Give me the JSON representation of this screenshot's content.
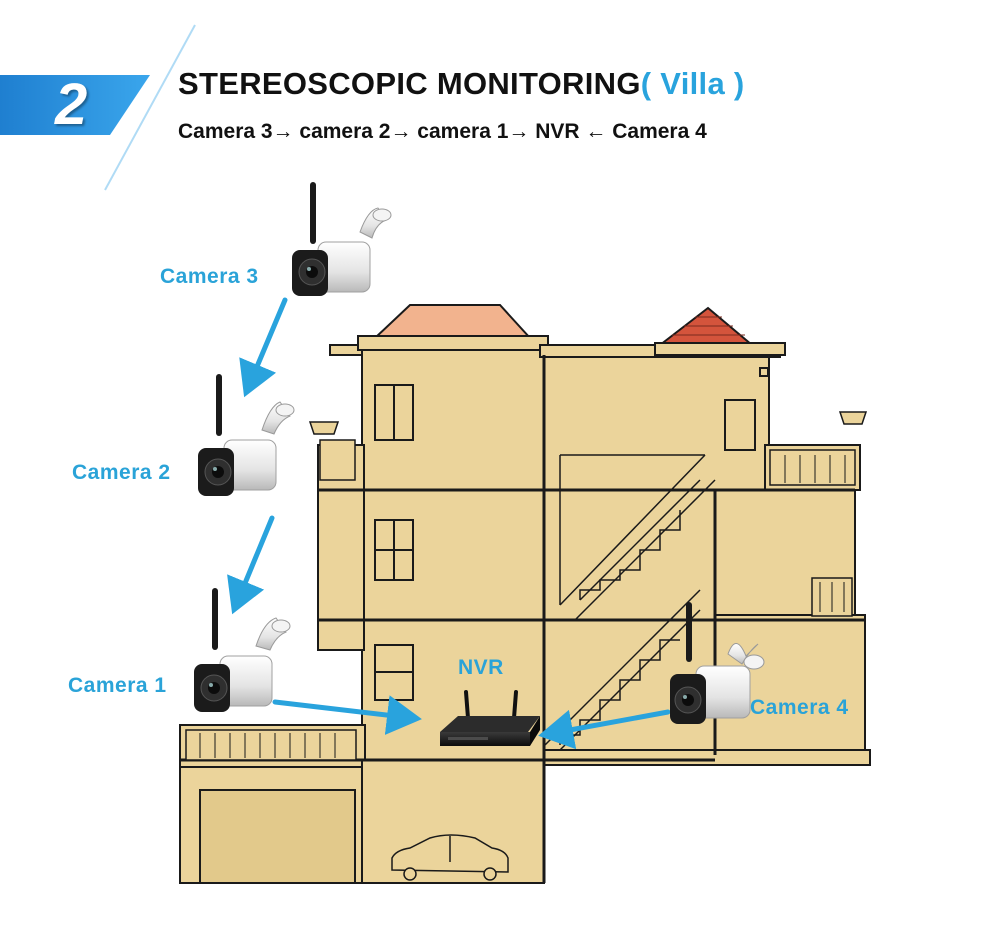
{
  "header": {
    "step_number": "2",
    "title_main": "STEREOSCOPIC MONITORING",
    "title_accent": "( Villa )",
    "subtitle": "Camera 3→ camera 2→ camera 1→ NVR ← Camera 4"
  },
  "labels": {
    "camera3": "Camera 3",
    "camera2": "Camera 2",
    "camera1": "Camera 1",
    "camera4": "Camera 4",
    "nvr": "NVR"
  },
  "colors": {
    "accent": "#29a3dd",
    "wall": "#ebd49b",
    "outline": "#1a1a1a",
    "roof": "#d4543c"
  },
  "icons": [
    "camera-icon",
    "nvr-icon",
    "arrow-icon",
    "car-icon"
  ]
}
